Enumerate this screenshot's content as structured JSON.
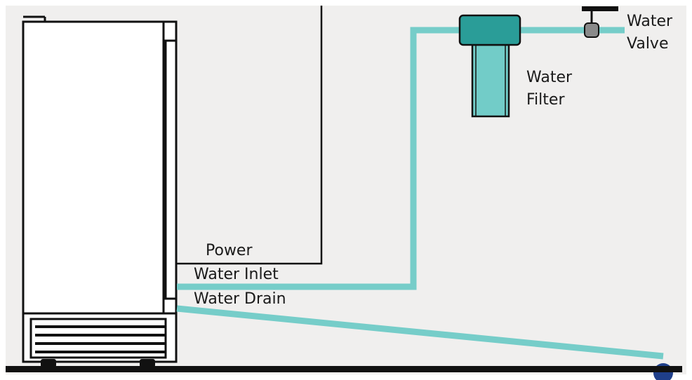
{
  "diagram": {
    "labels": {
      "power": "Power",
      "water_inlet": "Water Inlet",
      "water_drain": "Water Drain",
      "water_filter_line1": "Water",
      "water_filter_line2": "Filter",
      "water_valve_line1": "Water",
      "water_valve_line2": "Valve"
    },
    "colors": {
      "background": "#f0efee",
      "water_line": "#76cdc9",
      "filter_cap": "#2a9d98",
      "filter_body": "#72ccc8",
      "outline": "#111111",
      "drain_fitting": "#1f3f8a"
    }
  }
}
